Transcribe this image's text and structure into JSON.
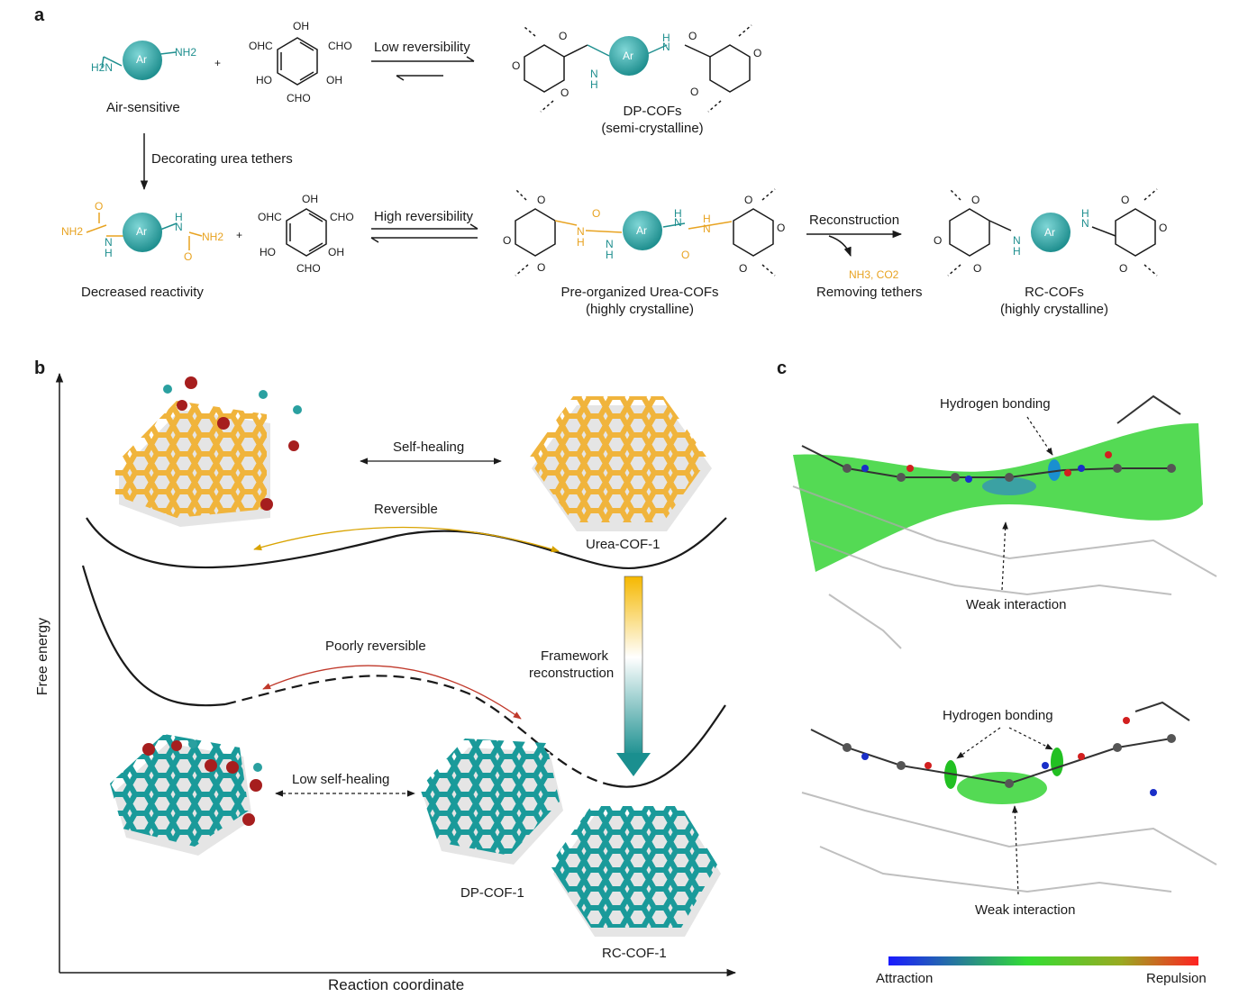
{
  "panels": {
    "a": "a",
    "b": "b",
    "c": "c"
  },
  "colors": {
    "teal": "#1f8f8f",
    "orange": "#e8a321",
    "red_arrow": "#c0392b",
    "gold_arrow": "#d9a300",
    "green_surface": "#36d336",
    "scale_attraction": "#1a1aff",
    "scale_mid": "#33dd33",
    "scale_repulsion": "#ff2222"
  },
  "scheme_a": {
    "ar": "Ar",
    "nh2_left": "H2N",
    "nh2_right": "NH2",
    "aldehyde": {
      "oh": "OH",
      "cho": "CHO",
      "ohc": "OHC",
      "ho": "HO"
    },
    "plus": "+",
    "air_sensitive": "Air-sensitive",
    "low_reversibility": "Low reversibility",
    "dp_cofs": "DP-COFs",
    "dp_cofs_sub": "(semi-crystalline)",
    "decorating": "Decorating urea tethers",
    "decreased": "Decreased reactivity",
    "high_reversibility": "High reversibility",
    "urea_cofs": "Pre-organized Urea-COFs",
    "urea_cofs_sub": "(highly crystalline)",
    "reconstruction": "Reconstruction",
    "byproducts": "NH3, CO2",
    "removing": "Removing tethers",
    "rc_cofs": "RC-COFs",
    "rc_cofs_sub": "(highly crystalline)",
    "o": "O",
    "h": "H",
    "n": "N",
    "nh2": "NH2"
  },
  "energy_b": {
    "self_healing": "Self-healing",
    "reversible": "Reversible",
    "urea_cof1": "Urea-COF-1",
    "poorly_reversible": "Poorly reversible",
    "framework_reconstruction_1": "Framework",
    "framework_reconstruction_2": "reconstruction",
    "low_self_healing": "Low self-healing",
    "dp_cof1": "DP-COF-1",
    "rc_cof1": "RC-COF-1",
    "y_axis": "Free energy",
    "x_axis": "Reaction coordinate"
  },
  "nci_c": {
    "hbond_top": "Hydrogen bonding",
    "weak_top": "Weak interaction",
    "hbond_bottom": "Hydrogen bonding",
    "weak_bottom": "Weak interaction",
    "attraction": "Attraction",
    "repulsion": "Repulsion"
  }
}
